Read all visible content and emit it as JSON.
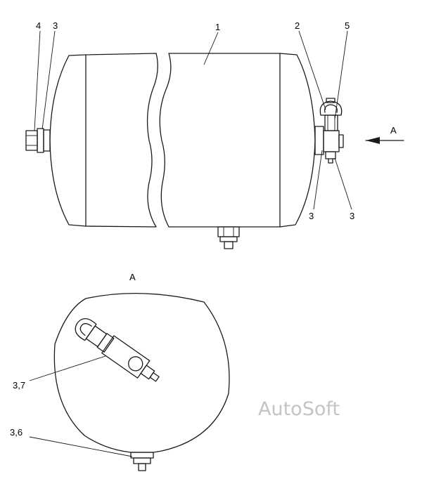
{
  "callouts": {
    "tank": "1",
    "valve": "2",
    "washer": "3",
    "plug": "4",
    "drain_valve": "5",
    "washer_lower_left": "3",
    "washer_lower_right": "3",
    "detail_washer_valve": "3,7",
    "detail_washer_outlet": "3,6"
  },
  "view": {
    "arrow_label": "A",
    "detail_title": "A"
  },
  "watermark": "AutoSoft"
}
